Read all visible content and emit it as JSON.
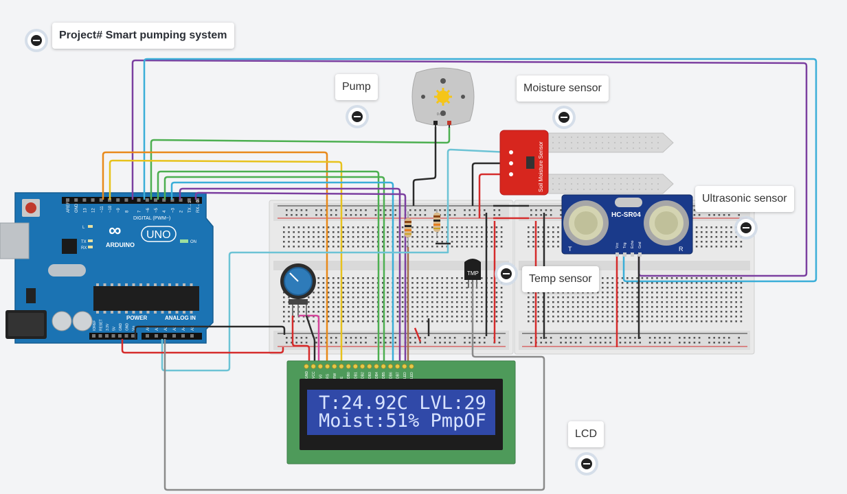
{
  "project": {
    "title": "Project# Smart pumping system"
  },
  "labels": {
    "pump": "Pump",
    "moisture": "Moisture sensor",
    "ultrasonic": "Ultrasonic sensor",
    "temp": "Temp sensor",
    "lcd": "LCD"
  },
  "arduino": {
    "brand": "ARDUINO",
    "model": "UNO",
    "digital_label": "DIGITAL (PWM~)",
    "power_label": "POWER",
    "analog_label": "ANALOG IN",
    "on_label": "ON",
    "tx_label": "TX",
    "rx_label": "RX",
    "l_label": "L",
    "digital_pins": [
      "AREF",
      "GND",
      "13",
      "12",
      "~11",
      "~10",
      "~9",
      "8",
      "7",
      "~6",
      "~5",
      "4",
      "~3",
      "2",
      "TX→1",
      "RX←0"
    ],
    "power_pins": [
      "IOREF",
      "RESET",
      "3.3V",
      "5V",
      "GND",
      "GND",
      "Vin"
    ],
    "analog_pins": [
      "A0",
      "A1",
      "A2",
      "A3",
      "A4",
      "A5"
    ]
  },
  "motor": {
    "rpm_text": "0 rpm"
  },
  "soil_sensor": {
    "label": "Soil Moisture Sensor"
  },
  "ultrasonic": {
    "model": "HC-SR04",
    "pins": [
      "Vcc",
      "Trig",
      "Echo",
      "Gnd"
    ],
    "t": "T",
    "r": "R"
  },
  "tmp": {
    "label": "TMP"
  },
  "lcd": {
    "line1": "T:24.92C LVL:29",
    "line2": "Moist:51% PmpOF",
    "pins": [
      "GND",
      "VCC",
      "V0",
      "RS",
      "RW",
      "E",
      "DB0",
      "DB1",
      "DB2",
      "DB3",
      "DB4",
      "DB5",
      "DB6",
      "DB7",
      "LED",
      "LED"
    ]
  },
  "colors": {
    "wire_orange": "#e8891a",
    "wire_yellow": "#e7c21c",
    "wire_green": "#4caf50",
    "wire_cyan": "#3aaed8",
    "wire_purple": "#7b3fa0",
    "wire_red": "#d52b2b",
    "wire_black": "#2b2b2b",
    "wire_gray": "#8a8a8a",
    "wire_lightblue": "#6cc3d5",
    "wire_pink": "#d4459a",
    "arduino_blue": "#1b73b3",
    "lcd_green": "#4e9a5a",
    "lcd_screen": "#3049a8"
  }
}
